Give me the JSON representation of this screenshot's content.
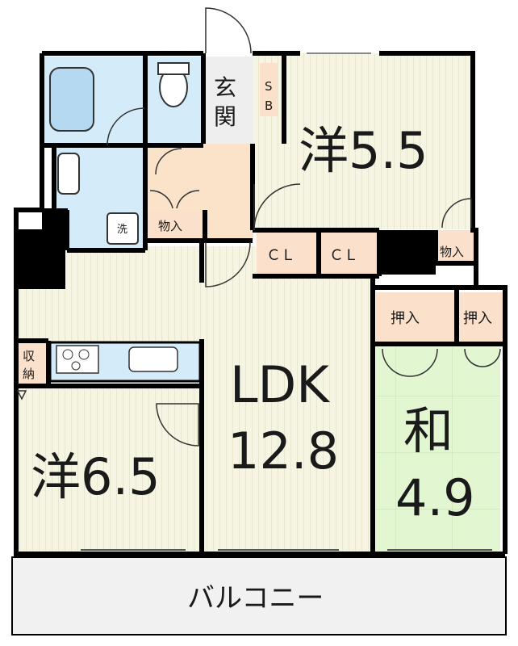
{
  "rooms": {
    "western_top": {
      "kanji": "洋",
      "size": "5.5"
    },
    "western_left": {
      "kanji": "洋",
      "size": "6.5"
    },
    "ldk": {
      "name": "LDK",
      "size": "12.8"
    },
    "japanese": {
      "kanji": "和",
      "size": "4.9"
    }
  },
  "labels": {
    "genkan_1": "玄",
    "genkan_2": "関",
    "sb_1": "S",
    "sb_2": "B",
    "cl_1": "ＣＬ",
    "cl_2": "ＣＬ",
    "monoire_1": "物入",
    "monoire_2": "物入",
    "oshiire_1": "押入",
    "oshiire_2": "押入",
    "shuno_1": "収",
    "shuno_2": "納",
    "sentaku": "洗"
  },
  "balcony": {
    "label": "バルコニー"
  },
  "colors": {
    "wall": "#000000",
    "western_floor": "#f6f4e2",
    "ldk_floor": "#f6f4e2",
    "japanese_floor": "#e3f6d2",
    "wet_area": "#d4ebfa",
    "genkan_floor": "#eeeeee",
    "hall_floor": "#fbe3ca",
    "storage": "#fbe1cb",
    "balcony": "#f1f1f1",
    "floor_line": "#ddd9bf"
  }
}
